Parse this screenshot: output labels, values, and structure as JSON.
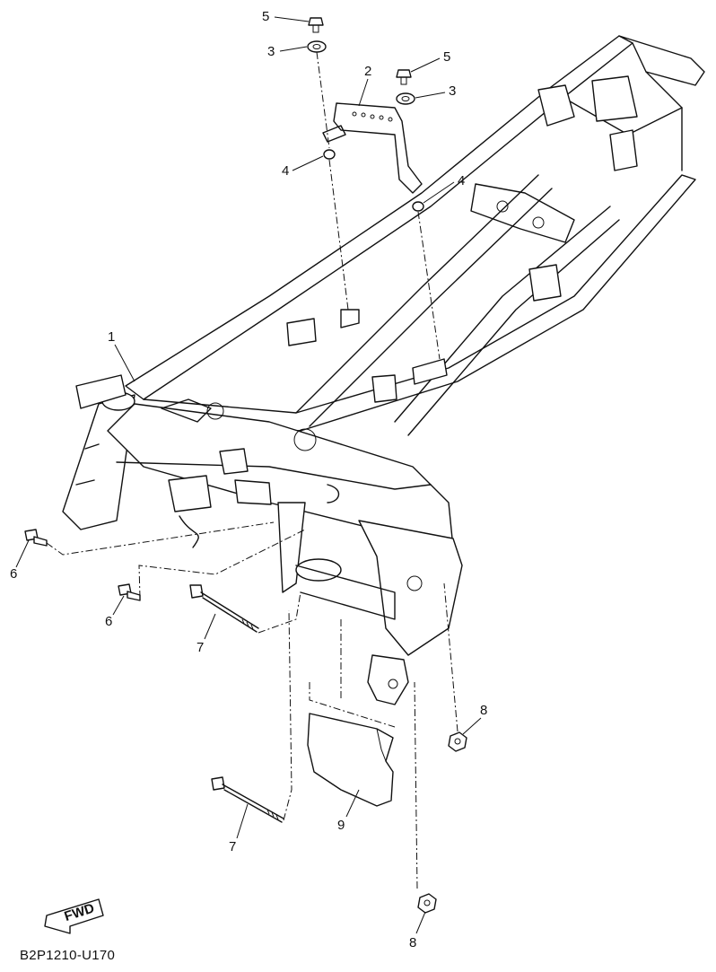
{
  "diagram": {
    "code": "B2P1210-U170",
    "fwd_label": "FWD",
    "callouts": {
      "c1": "1",
      "c2": "2",
      "c3a": "3",
      "c3b": "3",
      "c4a": "4",
      "c4b": "4",
      "c5a": "5",
      "c5b": "5",
      "c6a": "6",
      "c6b": "6",
      "c7a": "7",
      "c7b": "7",
      "c8a": "8",
      "c8b": "8",
      "c9": "9"
    }
  }
}
